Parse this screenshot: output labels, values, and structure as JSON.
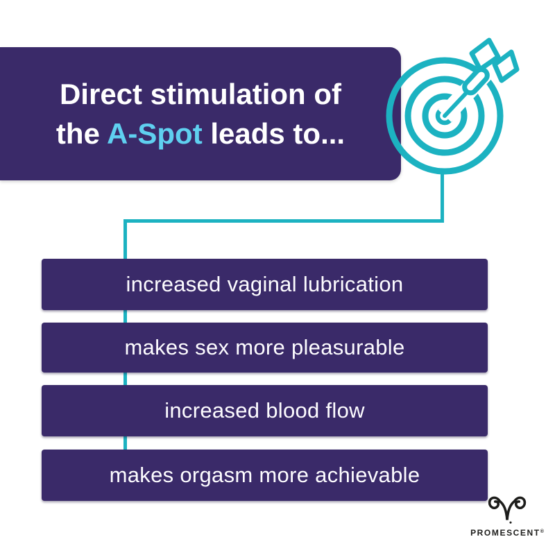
{
  "colors": {
    "background": "#ffffff",
    "purple": "#3a2a69",
    "teal": "#1cb2c1",
    "accent_cyan": "#5fd0f0",
    "text_white": "#ffffff",
    "logo_black": "#1d1d1b"
  },
  "header": {
    "line1": "Direct stimulation of",
    "line2_pre": "the ",
    "line2_accent": "A-Spot",
    "line2_post": " leads to..."
  },
  "icons": {
    "target": "dart-target-icon",
    "brand": "ram-horns-icon"
  },
  "bars": {
    "items": [
      {
        "label": "increased vaginal lubrication"
      },
      {
        "label": "makes sex more pleasurable"
      },
      {
        "label": "increased blood flow"
      },
      {
        "label": "makes orgasm more achievable"
      }
    ]
  },
  "footer": {
    "brand": "PROMESCENT",
    "registered_mark": "®"
  }
}
